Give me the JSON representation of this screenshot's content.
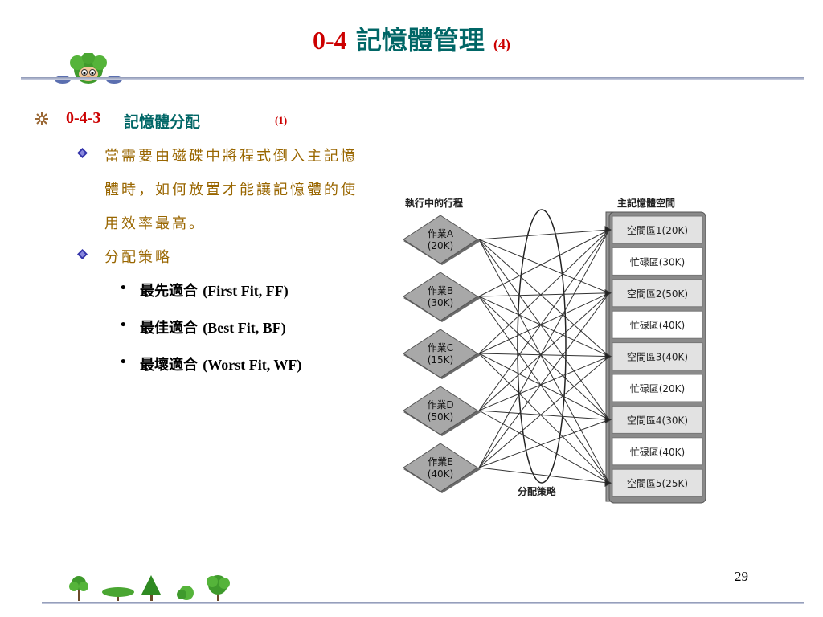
{
  "title": {
    "number": "0-4",
    "text": "記憶體管理",
    "suffix": "(4)"
  },
  "section": {
    "number": "0-4-3",
    "text": "記憶體分配",
    "suffix": "(1)"
  },
  "paragraph": {
    "lines": [
      "當需要由磁碟中將程式倒入主記憶",
      "體時，如何放置才能讓記憶體的使",
      "用效率最高。"
    ]
  },
  "strategy_heading": "分配策略",
  "strategies": [
    {
      "zh": "最先適合",
      "en": "(First Fit, FF)"
    },
    {
      "zh": "最佳適合",
      "en": "(Best Fit, BF)"
    },
    {
      "zh": "最壞適合",
      "en": "(Worst Fit, WF)"
    }
  ],
  "diagram": {
    "jobs_label": "執行中的行程",
    "memory_label": "主記憶體空間",
    "strategy_label": "分配策略",
    "jobs": [
      {
        "name": "作業A",
        "size": "(20K)"
      },
      {
        "name": "作業B",
        "size": "(30K)"
      },
      {
        "name": "作業C",
        "size": "(15K)"
      },
      {
        "name": "作業D",
        "size": "(50K)"
      },
      {
        "name": "作業E",
        "size": "(40K)"
      }
    ],
    "blocks": [
      {
        "label": "空間區1(20K)",
        "state": "free"
      },
      {
        "label": "忙碌區(30K)",
        "state": "busy"
      },
      {
        "label": "空間區2(50K)",
        "state": "free"
      },
      {
        "label": "忙碌區(40K)",
        "state": "busy"
      },
      {
        "label": "空間區3(40K)",
        "state": "free"
      },
      {
        "label": "忙碌區(20K)",
        "state": "busy"
      },
      {
        "label": "空間區4(30K)",
        "state": "free"
      },
      {
        "label": "忙碌區(40K)",
        "state": "busy"
      },
      {
        "label": "空間區5(25K)",
        "state": "free"
      }
    ]
  },
  "page_number": "29",
  "colors": {
    "title_number": "#cc0000",
    "title_text": "#006666",
    "body_text": "#996600",
    "rule": "#8c96b4",
    "free_block": "#e2e2e2",
    "busy_block": "#ffffff",
    "job_box": "#a8a8a8"
  }
}
